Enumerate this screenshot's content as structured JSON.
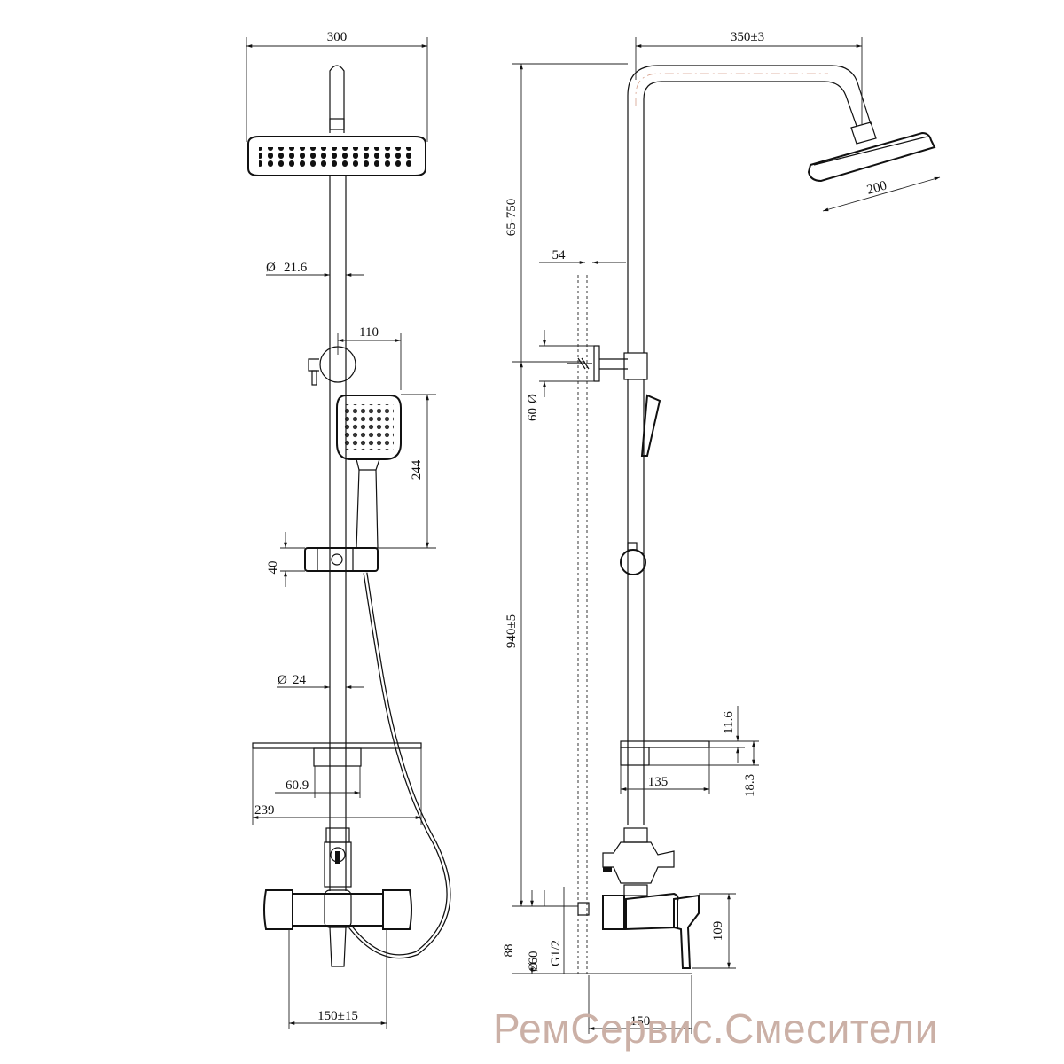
{
  "drawing": {
    "front_view": {
      "dims": {
        "head_width": "300",
        "rod_dia_upper": "21.6",
        "holder_offset": "110",
        "handshower_length": "244",
        "slider_dia": "40",
        "rod_dia_lower": "24",
        "shelf_inner": "60.9",
        "shelf_width": "239",
        "mixer_centers": "150±15"
      },
      "dia_symbol": "Ø"
    },
    "side_view": {
      "dims": {
        "arm_reach": "350±3",
        "head_dia": "200",
        "height_adjust": "65-750",
        "wall_offset": "54",
        "flange_dia_upper": "60",
        "total_height": "940±5",
        "shelf_thickness": "11.6",
        "shelf_depth": "135",
        "shelf_height": "18.3",
        "mixer_offset": "88",
        "flange_dia_lower": "60",
        "thread": "G1/2",
        "mixer_height": "109",
        "mixer_depth": "150"
      }
    }
  },
  "watermark": "РемСервис.Смесители"
}
